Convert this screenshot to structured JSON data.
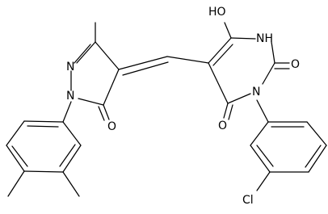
{
  "molecule": {
    "atoms": {
      "ho": "HO",
      "nh": "NH",
      "o_urea": "O",
      "n_imide": "N",
      "o_imide": "O",
      "cl": "Cl",
      "n_pyr2": "N",
      "n_pyr1": "N",
      "o_pyr": "O"
    }
  }
}
